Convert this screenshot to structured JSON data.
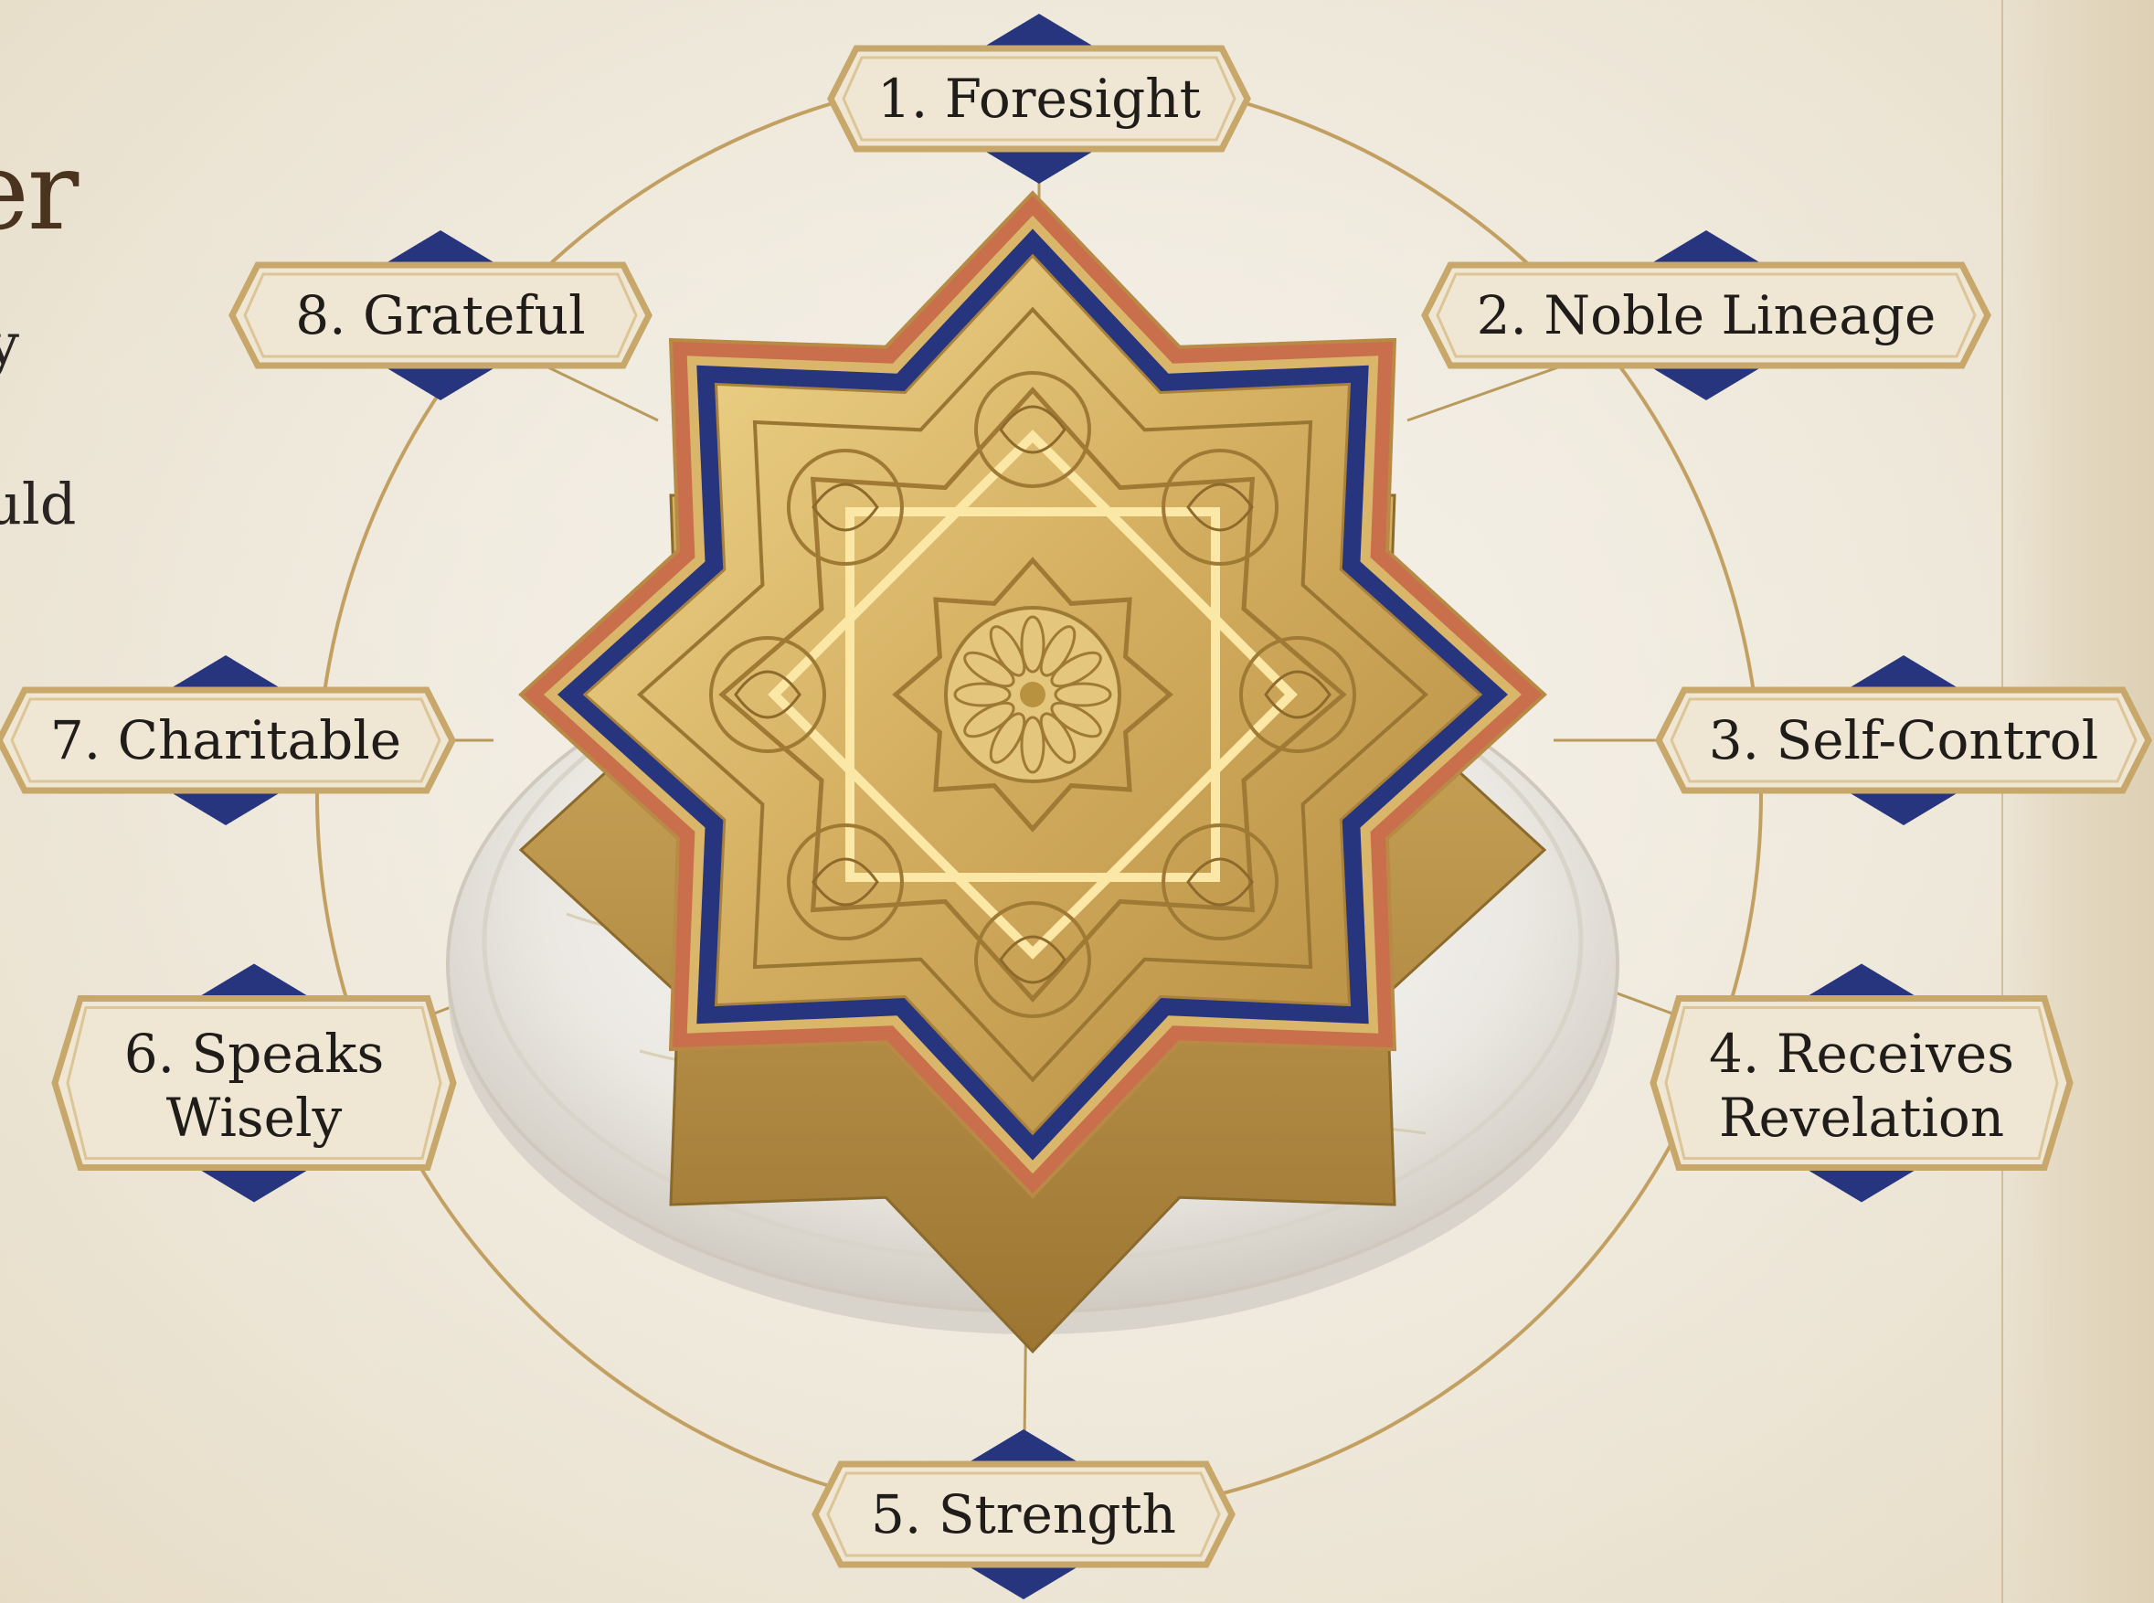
{
  "partial_text": {
    "title_fragment": "er",
    "line1_fragment": "y",
    "line2_fragment": "uld"
  },
  "colors": {
    "gold": "#c9a45a",
    "lapis": "#27357f",
    "terracotta": "#c96f4b",
    "plaque_fill": "#efe6d3",
    "plaque_border": "#c7a86a",
    "marble": "#e9e7e1"
  },
  "traits": [
    {
      "label": "1. Foresight"
    },
    {
      "label": "2. Noble Lineage"
    },
    {
      "label": "3. Self-Control"
    },
    {
      "label": "4. Receives Revelation"
    },
    {
      "label": "5. Strength"
    },
    {
      "label": "6. Speaks Wisely"
    },
    {
      "label": "7. Charitable"
    },
    {
      "label": "8. Grateful"
    }
  ],
  "center_icon": "eight-pointed-star-box-icon",
  "pedestal_icon": "marble-pedestal-icon"
}
